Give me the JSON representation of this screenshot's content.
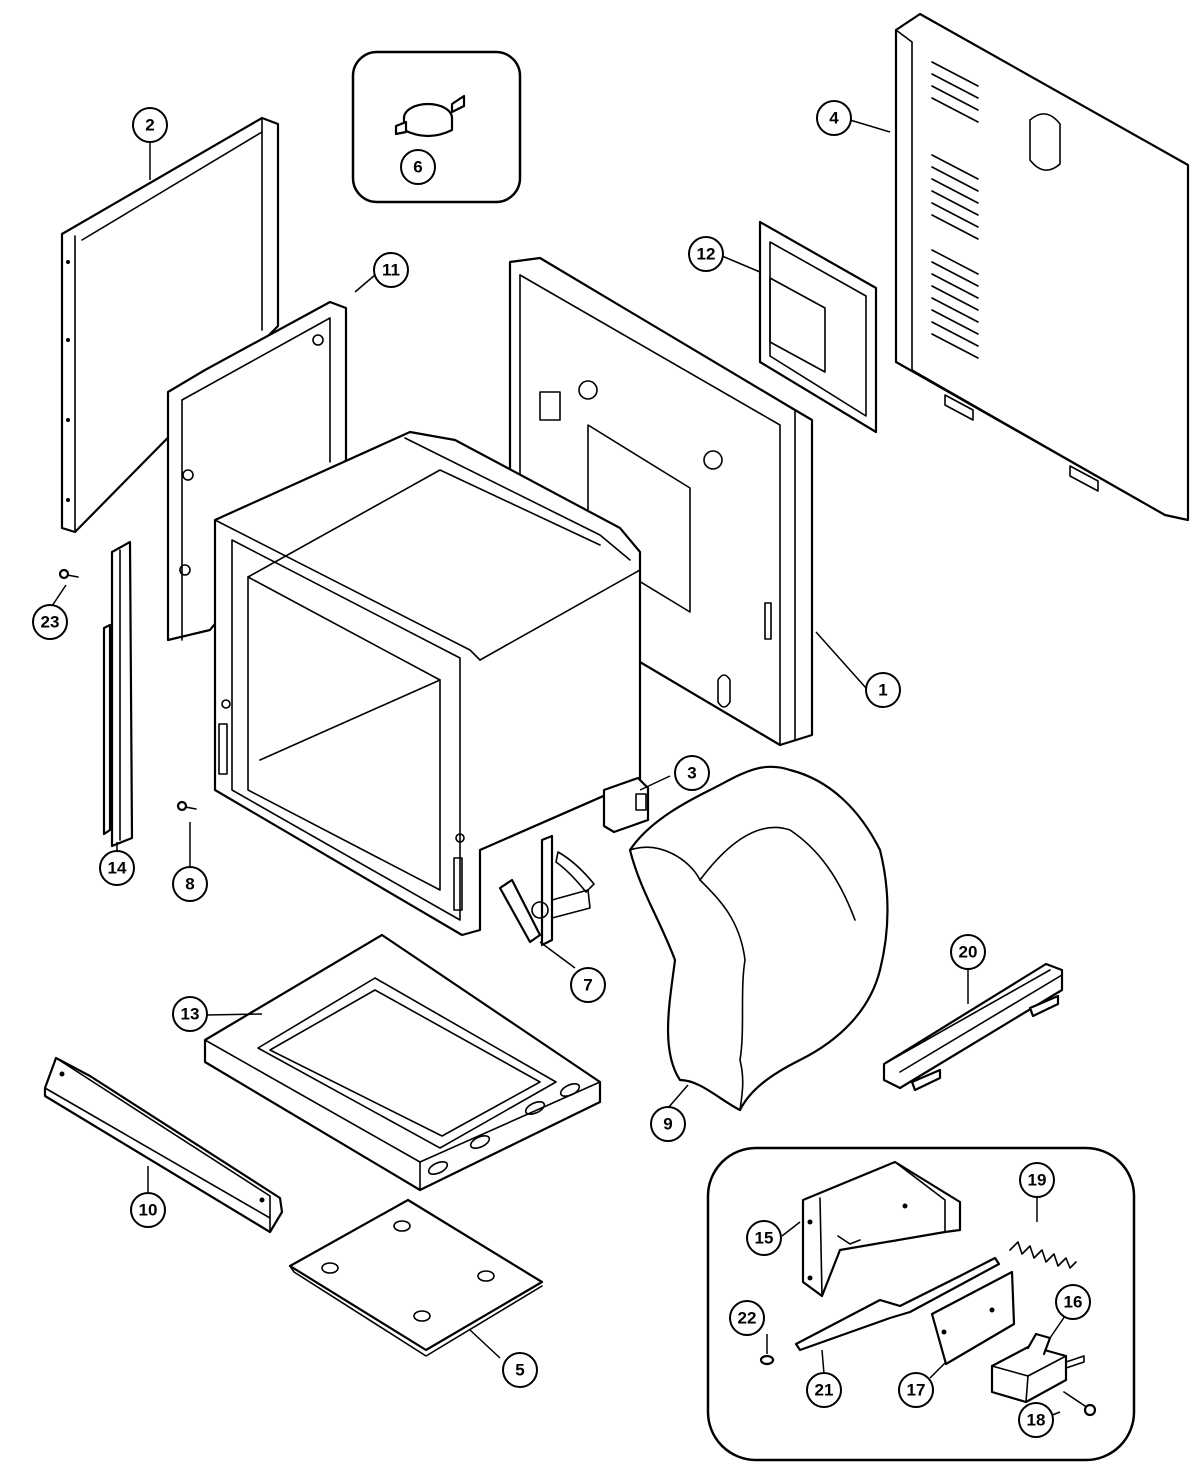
{
  "diagram": {
    "callouts": [
      {
        "id": "p1",
        "label": "1"
      },
      {
        "id": "p2",
        "label": "2"
      },
      {
        "id": "p3",
        "label": "3"
      },
      {
        "id": "p4",
        "label": "4"
      },
      {
        "id": "p5",
        "label": "5"
      },
      {
        "id": "p6",
        "label": "6"
      },
      {
        "id": "p7",
        "label": "7"
      },
      {
        "id": "p8",
        "label": "8"
      },
      {
        "id": "p9",
        "label": "9"
      },
      {
        "id": "p10",
        "label": "10"
      },
      {
        "id": "p11",
        "label": "11"
      },
      {
        "id": "p12",
        "label": "12"
      },
      {
        "id": "p13",
        "label": "13"
      },
      {
        "id": "p14",
        "label": "14"
      },
      {
        "id": "p15",
        "label": "15"
      },
      {
        "id": "p16",
        "label": "16"
      },
      {
        "id": "p17",
        "label": "17"
      },
      {
        "id": "p18",
        "label": "18"
      },
      {
        "id": "p19",
        "label": "19"
      },
      {
        "id": "p20",
        "label": "20"
      },
      {
        "id": "p21",
        "label": "21"
      },
      {
        "id": "p22",
        "label": "22"
      },
      {
        "id": "p23",
        "label": "23"
      }
    ]
  }
}
